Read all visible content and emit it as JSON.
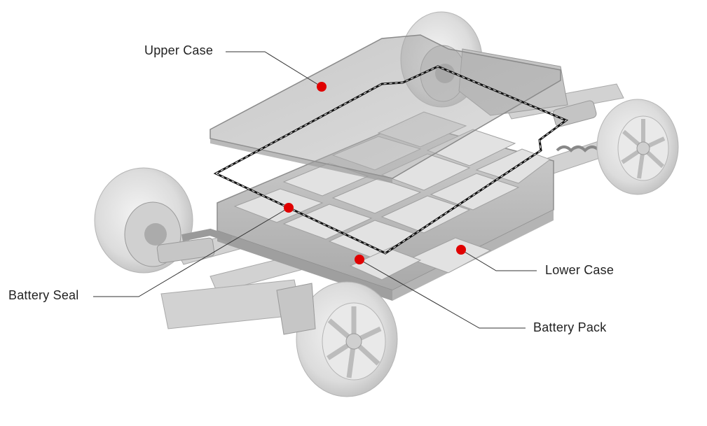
{
  "callouts": [
    {
      "id": "upper-case",
      "label": "Upper Case"
    },
    {
      "id": "battery-seal",
      "label": "Battery Seal"
    },
    {
      "id": "lower-case",
      "label": "Lower Case"
    },
    {
      "id": "battery-pack",
      "label": "Battery Pack"
    }
  ],
  "colors": {
    "marker": "#e00000",
    "leader": "#333333",
    "seal": "#111111"
  }
}
